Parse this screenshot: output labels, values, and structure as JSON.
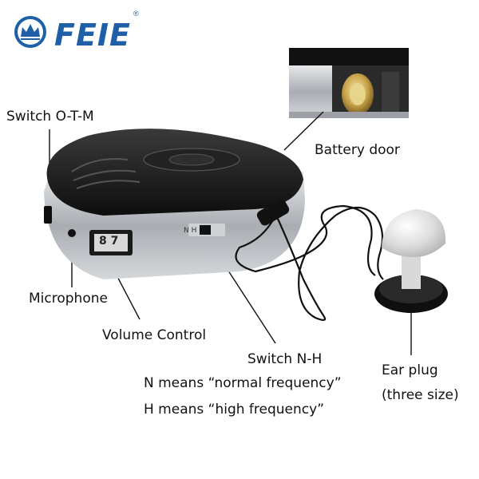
{
  "brand": {
    "name": "FEIE",
    "registered_mark": "®",
    "color": "#1f5fa8"
  },
  "labels": {
    "switch_otm": "Switch O-T-M",
    "battery_door": "Battery door",
    "microphone": "Microphone",
    "volume_control": "Volume Control",
    "switch_nh": "Switch N-H",
    "n_means": "N means “normal frequency”",
    "h_means": "H means “high frequency”",
    "ear_plug": "Ear plug",
    "ear_plug_sizes": "(three size)"
  },
  "device": {
    "switch_text": "N  H",
    "volume_digits": "8  7"
  },
  "colors": {
    "body_black": "#141414",
    "silver": "#b9bcc0",
    "line": "#111111"
  }
}
